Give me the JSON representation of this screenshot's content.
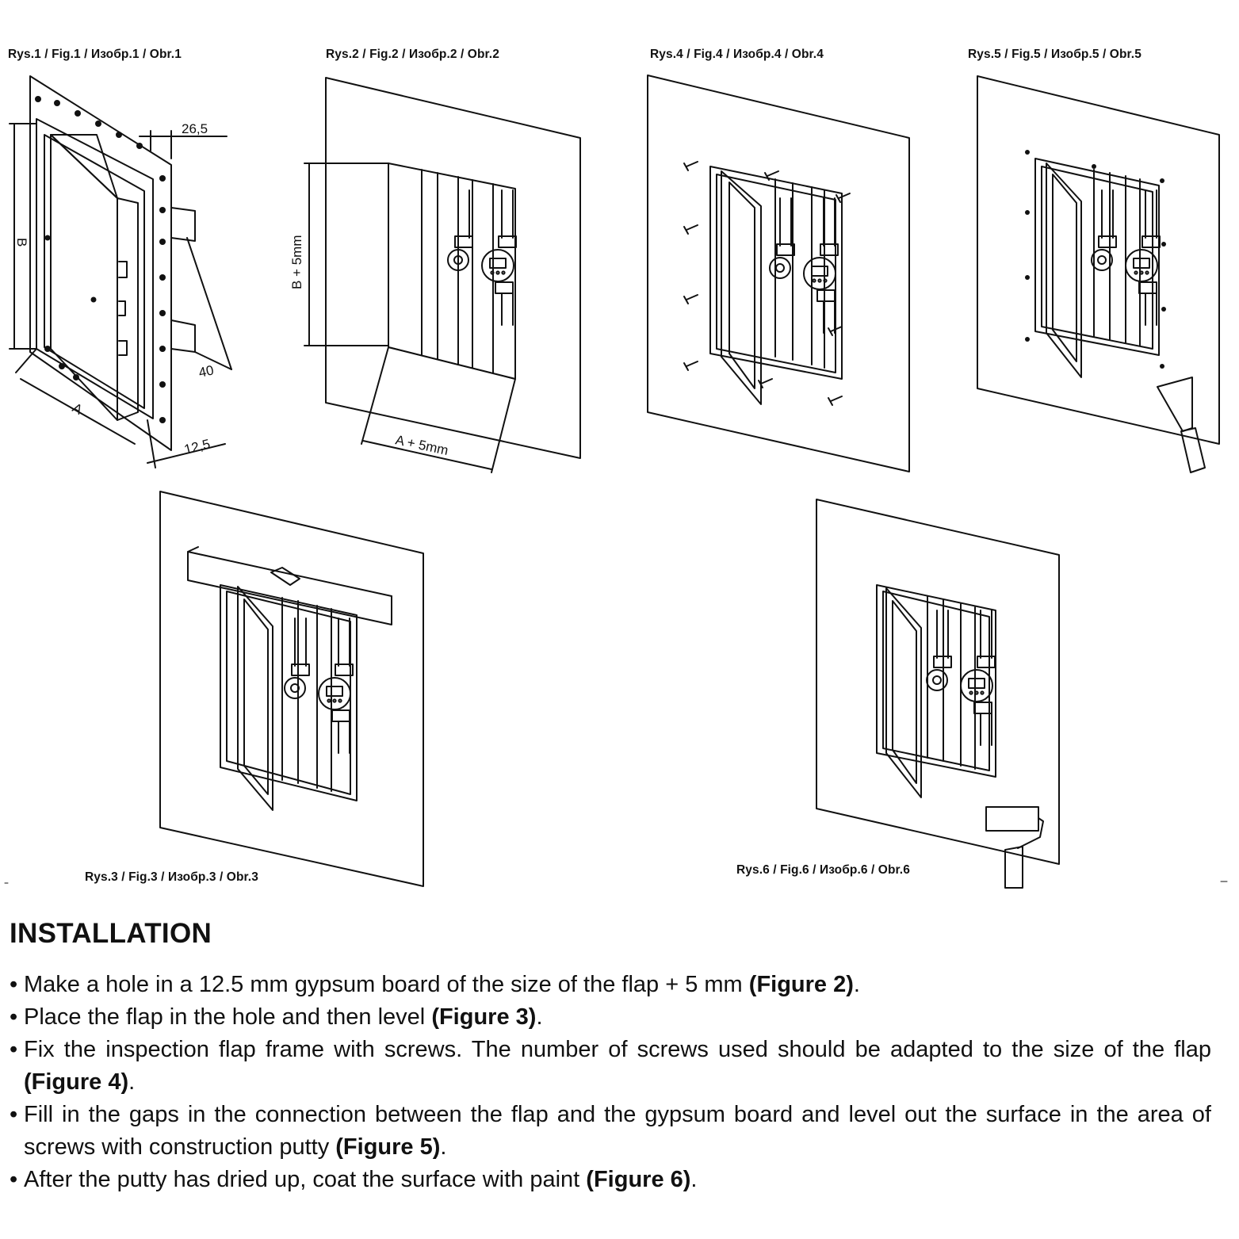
{
  "figures": [
    {
      "id": "fig1",
      "label": "Rys.1 / Fig.1 / Изобр.1 / Obr.1",
      "dimensions": {
        "depth": "26,5",
        "height": "B",
        "width": "A",
        "frame_depth": "40",
        "board": "12,5"
      }
    },
    {
      "id": "fig2",
      "label": "Rys.2 / Fig.2 / Изобр.2 / Obr.2",
      "dimensions": {
        "height": "B + 5mm",
        "width": "A + 5mm"
      }
    },
    {
      "id": "fig4",
      "label": "Rys.4 / Fig.4 / Изобр.4 / Obr.4"
    },
    {
      "id": "fig5",
      "label": "Rys.5 / Fig.5 / Изобр.5 / Obr.5"
    },
    {
      "id": "fig3",
      "label": "Rys.3 / Fig.3 / Изобр.3 / Obr.3"
    },
    {
      "id": "fig6",
      "label": "Rys.6 / Fig.6 / Изобр.6 / Obr.6"
    }
  ],
  "section": {
    "heading": "INSTALLATION",
    "bullet": "•",
    "steps": [
      {
        "text": "Make a hole in a 12.5 mm gypsum board of the size of the flap + 5 mm ",
        "ref": "(Figure 2)",
        "end": "."
      },
      {
        "text": "Place the flap in the hole and then level ",
        "ref": "(Figure 3)",
        "end": "."
      },
      {
        "text": "Fix the inspection flap frame with screws. The number of screws used should be adapted to the size of the flap ",
        "ref": "(Figure 4)",
        "end": "."
      },
      {
        "text": "Fill in the gaps in the connection between the flap and the gypsum board and level out the surface in the area of screws with construction putty ",
        "ref": "(Figure 5)",
        "end": "."
      },
      {
        "text": "After the putty has dried up, coat the surface with paint ",
        "ref": "(Figure 6)",
        "end": "."
      }
    ]
  }
}
